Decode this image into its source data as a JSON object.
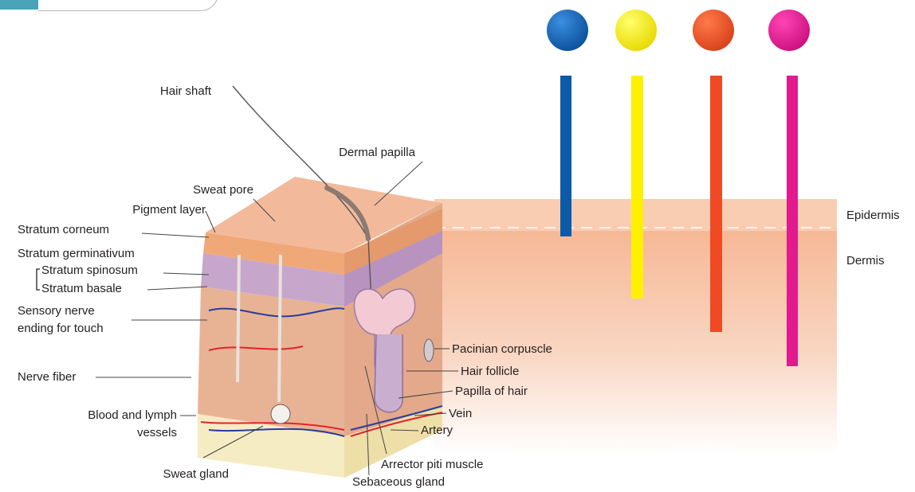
{
  "labels": {
    "hair_shaft": "Hair shaft",
    "dermal_papilla": "Dermal papilla",
    "sweat_pore": "Sweat pore",
    "pigment_layer": "Pigment layer",
    "stratum_corneum": "Stratum corneum",
    "stratum_germinativum": "Stratum germinativum",
    "stratum_spinosum": "Stratum spinosum",
    "stratum_basale": "Stratum basale",
    "sensory_nerve_1": "Sensory nerve",
    "sensory_nerve_2": "ending for touch",
    "nerve_fiber": "Nerve fiber",
    "blood_lymph_1": "Blood and lymph",
    "blood_lymph_2": "vessels",
    "sweat_gland": "Sweat gland",
    "pacinian": "Pacinian corpuscle",
    "hair_follicle": "Hair follicle",
    "papilla_of_hair": "Papilla of hair",
    "vein": "Vein",
    "artery": "Artery",
    "arrector": "Arrector piti muscle",
    "sebaceous": "Sebaceous gland"
  },
  "layers": {
    "epidermis": "Epidermis",
    "dermis": "Dermis"
  },
  "probes": [
    {
      "color": "#0d5aa8",
      "depth": "epidermis"
    },
    {
      "color": "#fff000",
      "depth": "dermis-shallow"
    },
    {
      "color": "#ef4a23",
      "depth": "dermis-mid"
    },
    {
      "color": "#e3198e",
      "depth": "dermis-deep"
    }
  ],
  "colors": {
    "epidermis_band": "#f8cdb2",
    "dermis_band": "#f6b896",
    "skin_top": "#f2b99a",
    "spinosum": "#c7a6cc",
    "dermis_block": "#e8b394",
    "hypodermis": "#f6ecc4",
    "vein": "#2a3c9e",
    "artery": "#e0242c"
  }
}
